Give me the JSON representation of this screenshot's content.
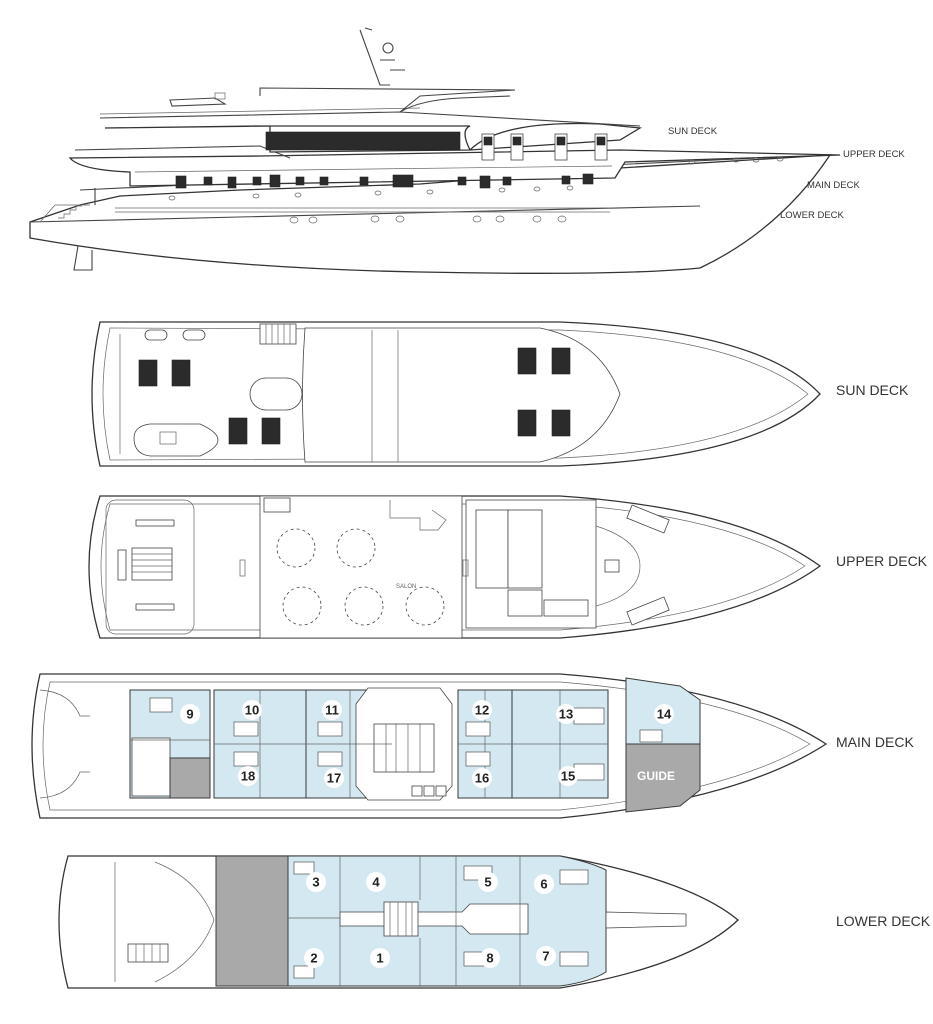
{
  "side_profile": {
    "labels": {
      "sun": "SUN DECK",
      "upper": "UPPER DECK",
      "main": "MAIN DECK",
      "lower": "LOWER DECK"
    }
  },
  "plans": {
    "sun_deck": {
      "label": "SUN DECK"
    },
    "upper_deck": {
      "label": "UPPER DECK",
      "salon": "SALON"
    },
    "main_deck": {
      "label": "MAIN DECK",
      "guide_label": "GUIDE",
      "cabins": [
        "9",
        "10",
        "11",
        "12",
        "13",
        "14",
        "18",
        "17",
        "16",
        "15"
      ]
    },
    "lower_deck": {
      "label": "LOWER DECK",
      "cabins": [
        "3",
        "4",
        "5",
        "6",
        "2",
        "1",
        "8",
        "7"
      ]
    }
  },
  "colors": {
    "cabin_fill": "#d3e8f0",
    "crew_fill": "#a9a9a9",
    "line": "#333333"
  }
}
